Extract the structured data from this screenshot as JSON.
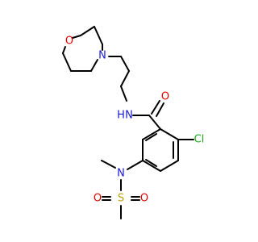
{
  "molecule": {
    "atoms": {
      "morpholine_o": {
        "label": "O",
        "color": "#e00000"
      },
      "morpholine_n": {
        "label": "N",
        "color": "#1a1acf"
      },
      "amide_n": {
        "label": "N",
        "color": "#1a1acf"
      },
      "amide_h": {
        "label": "H",
        "color": "#1a1acf"
      },
      "carbonyl_o": {
        "label": "O",
        "color": "#e00000"
      },
      "chlorine": {
        "label": "Cl",
        "color": "#1faa1f"
      },
      "sulfonamide_n": {
        "label": "N",
        "color": "#1a1acf"
      },
      "sulfur": {
        "label": "S",
        "color": "#b8a100"
      },
      "sulfonyl_o_left": {
        "label": "O",
        "color": "#e00000"
      },
      "sulfonyl_o_right": {
        "label": "O",
        "color": "#e00000"
      }
    }
  }
}
